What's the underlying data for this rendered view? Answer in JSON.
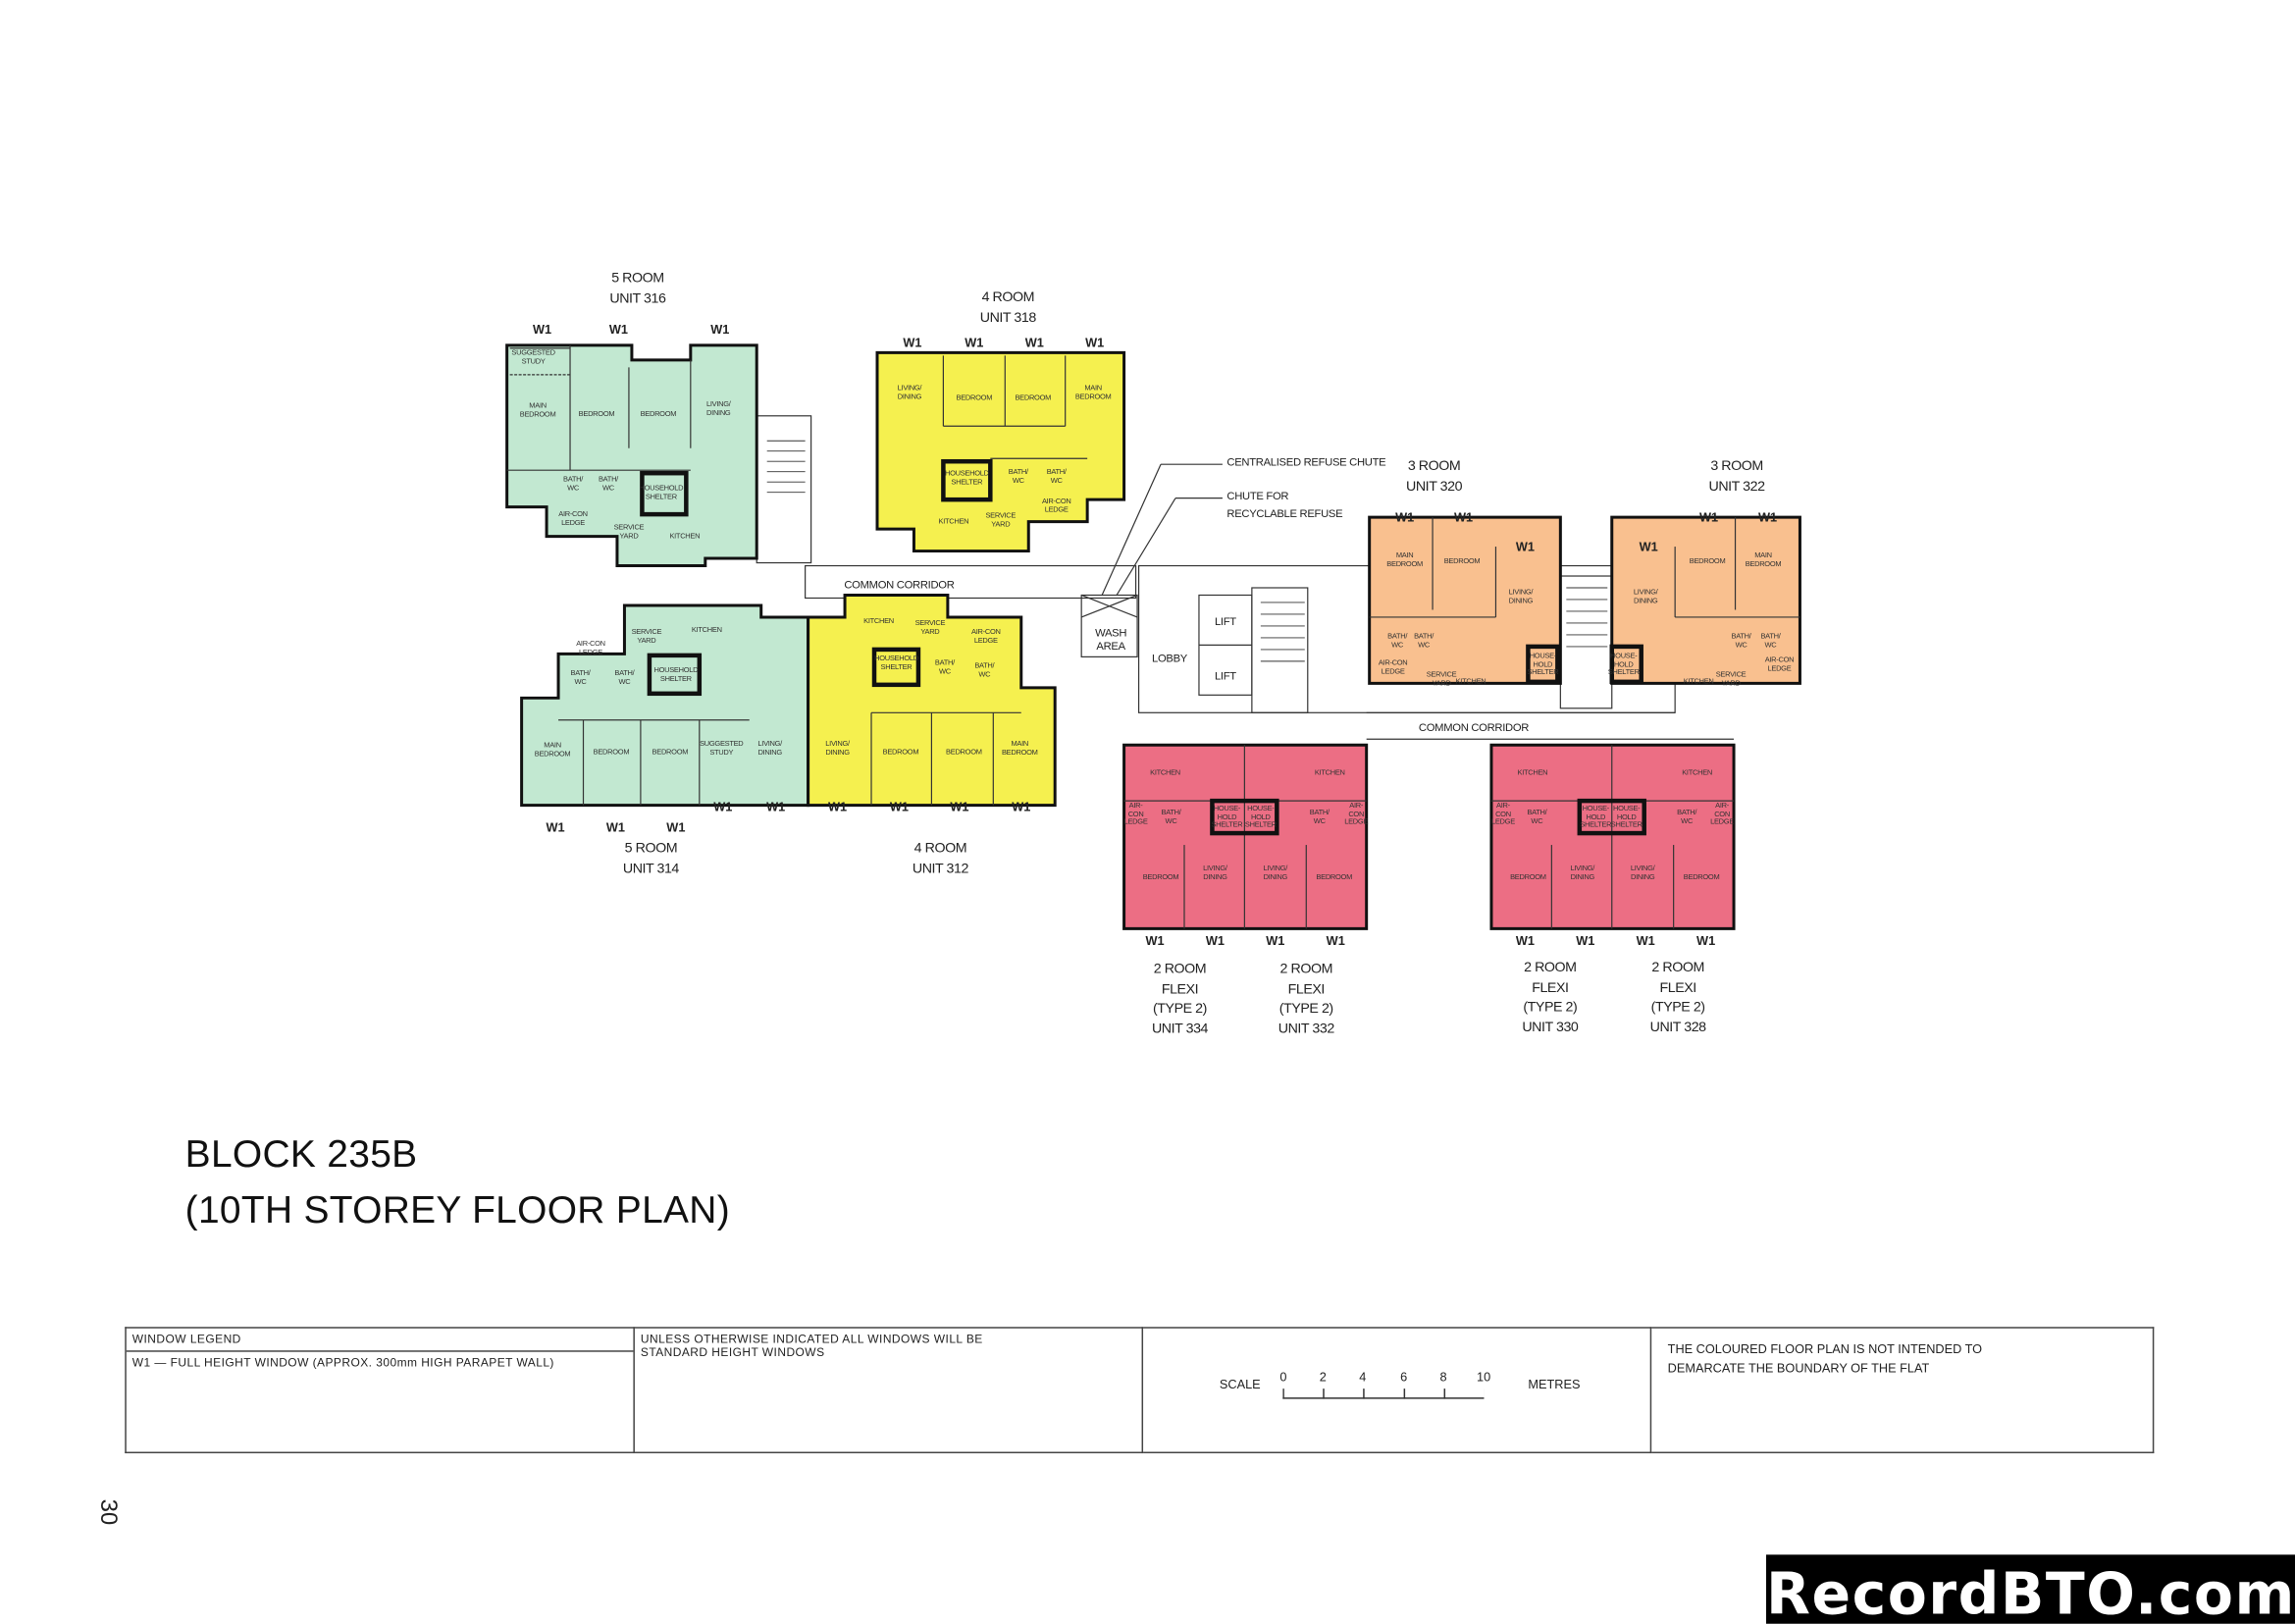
{
  "colors": {
    "five_room": "#c2e8d1",
    "four_room": "#f5f04f",
    "three_room": "#f9c08f",
    "two_room": "#ec6e84",
    "wall": "#111111"
  },
  "units": {
    "u316": {
      "title": "5 ROOM\nUNIT 316",
      "windows": [
        "W1",
        "W1",
        "W1"
      ],
      "rooms": [
        "SUGGESTED\nSTUDY",
        "MAIN\nBEDROOM",
        "BEDROOM",
        "BEDROOM",
        "LIVING/\nDINING",
        "BATH/\nWC",
        "BATH/\nWC",
        "HOUSEHOLD\nSHELTER",
        "AIR-CON\nLEDGE",
        "SERVICE\nYARD",
        "KITCHEN"
      ]
    },
    "u318": {
      "title": "4 ROOM\nUNIT 318",
      "windows": [
        "W1",
        "W1",
        "W1",
        "W1"
      ],
      "rooms": [
        "LIVING/\nDINING",
        "BEDROOM",
        "BEDROOM",
        "MAIN\nBEDROOM",
        "HOUSEHOLD\nSHELTER",
        "BATH/\nWC",
        "BATH/\nWC",
        "AIR-CON\nLEDGE",
        "KITCHEN",
        "SERVICE\nYARD"
      ]
    },
    "u314": {
      "title": "5 ROOM\nUNIT 314",
      "windows": [
        "W1",
        "W1",
        "W1",
        "W1",
        "W1"
      ],
      "rooms": [
        "KITCHEN",
        "SERVICE\nYARD",
        "AIR-CON\nLEDGE",
        "BATH/\nWC",
        "BATH/\nWC",
        "HOUSEHOLD\nSHELTER",
        "MAIN\nBEDROOM",
        "BEDROOM",
        "BEDROOM",
        "SUGGESTED\nSTUDY",
        "LIVING/\nDINING"
      ]
    },
    "u312": {
      "title": "4 ROOM\nUNIT 312",
      "windows": [
        "W1",
        "W1",
        "W1",
        "W1"
      ],
      "rooms": [
        "KITCHEN",
        "SERVICE\nYARD",
        "AIR-CON\nLEDGE",
        "HOUSEHOLD\nSHELTER",
        "BATH/\nWC",
        "BATH/\nWC",
        "LIVING/\nDINING",
        "BEDROOM",
        "BEDROOM",
        "MAIN\nBEDROOM"
      ]
    },
    "u320": {
      "title": "3 ROOM\nUNIT 320",
      "windows": [
        "W1",
        "W1",
        "W1"
      ],
      "rooms": [
        "MAIN\nBEDROOM",
        "BEDROOM",
        "LIVING/\nDINING",
        "BATH/\nWC",
        "BATH/\nWC",
        "AIR-CON\nLEDGE",
        "SERVICE\nYARD",
        "KITCHEN",
        "HOUSE-\nHOLD\nSHELTER"
      ]
    },
    "u322": {
      "title": "3 ROOM\nUNIT 322",
      "windows": [
        "W1",
        "W1",
        "W1"
      ],
      "rooms": [
        "LIVING/\nDINING",
        "BEDROOM",
        "MAIN\nBEDROOM",
        "HOUSE-\nHOLD\nSHELTER",
        "BATH/\nWC",
        "BATH/\nWC",
        "AIR-CON\nLEDGE",
        "KITCHEN",
        "SERVICE\nYARD"
      ]
    },
    "u334": {
      "title": "2 ROOM\nFLEXI\n(TYPE 2)\nUNIT 334",
      "windows": [
        "W1",
        "W1"
      ],
      "rooms": [
        "KITCHEN",
        "AIR-\nCON\nLEDGE",
        "BATH/\nWC",
        "BEDROOM",
        "LIVING/\nDINING",
        "HOUSE-\nHOLD\nSHELTER"
      ]
    },
    "u332": {
      "title": "2 ROOM\nFLEXI\n(TYPE 2)\nUNIT 332",
      "windows": [
        "W1",
        "W1"
      ],
      "rooms": [
        "KITCHEN",
        "AIR-\nCON\nLEDGE",
        "BATH/\nWC",
        "BEDROOM",
        "LIVING/\nDINING",
        "HOUSE-\nHOLD\nSHELTER"
      ]
    },
    "u330": {
      "title": "2 ROOM\nFLEXI\n(TYPE 2)\nUNIT 330",
      "windows": [
        "W1",
        "W1"
      ],
      "rooms": [
        "KITCHEN",
        "AIR-\nCON\nLEDGE",
        "BATH/\nWC",
        "BEDROOM",
        "LIVING/\nDINING",
        "HOUSE-\nHOLD\nSHELTER"
      ]
    },
    "u328": {
      "title": "2 ROOM\nFLEXI\n(TYPE 2)\nUNIT 328",
      "windows": [
        "W1",
        "W1"
      ],
      "rooms": [
        "KITCHEN",
        "AIR-\nCON\nLEDGE",
        "BATH/\nWC",
        "BEDROOM",
        "LIVING/\nDINING",
        "HOUSE-\nHOLD\nSHELTER"
      ]
    }
  },
  "common": {
    "corridor_1": "COMMON CORRIDOR",
    "corridor_2": "COMMON CORRIDOR",
    "wash_area": "WASH\nAREA",
    "lobby": "LOBBY",
    "lift_1": "LIFT",
    "lift_2": "LIFT",
    "refuse_chute": "CENTRALISED\nREFUSE CHUTE",
    "recycle_chute": "CHUTE FOR\nRECYCLABLE REFUSE"
  },
  "title": {
    "line1": "BLOCK 235B",
    "line2": "(10TH STOREY FLOOR PLAN)"
  },
  "legend": {
    "window_legend_header": "WINDOW LEGEND",
    "window_legend_w1": "W1 — FULL HEIGHT WINDOW (APPROX. 300mm HIGH PARAPET WALL)",
    "windows_note": "UNLESS OTHERWISE INDICATED ALL WINDOWS WILL BE\nSTANDARD HEIGHT WINDOWS",
    "scale_label": "SCALE",
    "scale_ticks": [
      "0",
      "2",
      "4",
      "6",
      "8",
      "10"
    ],
    "scale_unit": "METRES",
    "disclaimer": "THE COLOURED FLOOR PLAN IS NOT INTENDED TO\nDEMARCATE THE BOUNDARY OF THE FLAT"
  },
  "page_number": "30",
  "watermark": "RecordBTO.com"
}
